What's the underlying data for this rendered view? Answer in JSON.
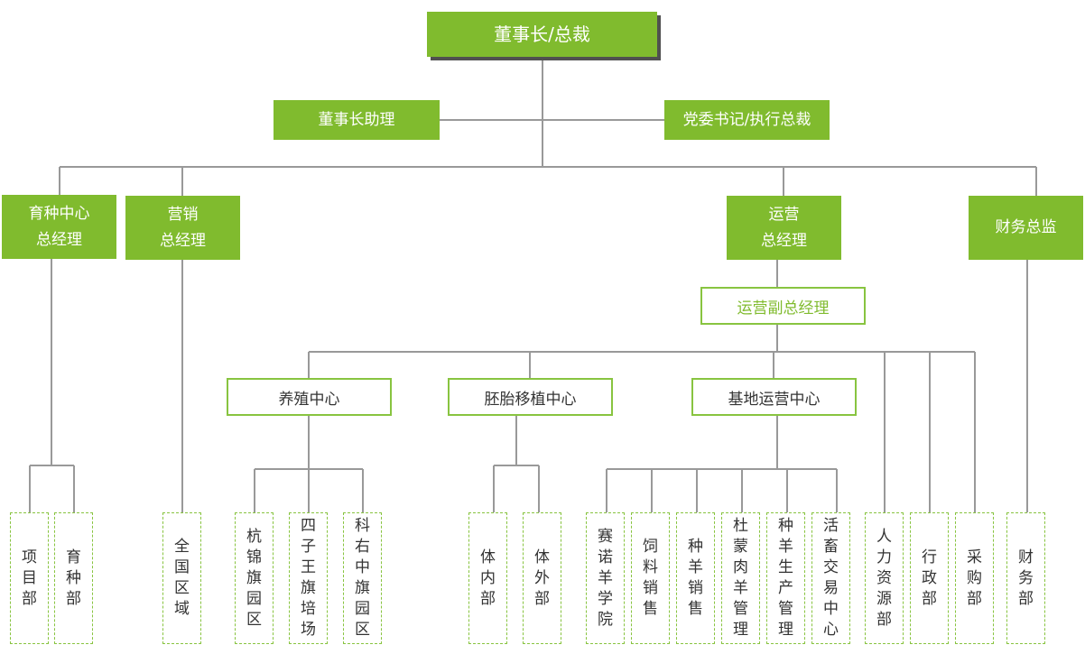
{
  "colors": {
    "fill": "#80bb2e",
    "outline": "#88c440",
    "line": "#999999",
    "text": "#333333"
  },
  "nodes": {
    "chairman": "董事长/总裁",
    "assistant": "董事长助理",
    "secretary": "党委书记/执行总裁",
    "breeding": {
      "line1": "育种中心",
      "line2": "总经理"
    },
    "marketing": {
      "line1": "营销",
      "line2": "总经理"
    },
    "operations": {
      "line1": "运营",
      "line2": "总经理"
    },
    "finance_director": "财务总监",
    "operations_deputy": "运营副总经理",
    "farming_center": "养殖中心",
    "embryo_center": "胚胎移植中心",
    "base_center": "基地运营中心",
    "project_dept": "项目部",
    "breeding_dept": "育种部",
    "national_region": "全国区域",
    "hangjin_park": "杭锦旗园区",
    "siziwang_farm": "四子王旗培场",
    "keyou_park": "科右中旗园区",
    "in_vivo_dept": "体内部",
    "in_vitro_dept": "体外部",
    "sainuo_academy": "赛诺羊学院",
    "feed_sales": "饲料销售",
    "breed_sheep_sales": "种羊销售",
    "dumeng_meat_mgmt": "杜蒙肉羊管理",
    "breed_production_mgmt": "种羊生产管理",
    "livestock_trade_center": "活畜交易中心",
    "hr_dept": "人力资源部",
    "admin_dept": "行政部",
    "purchasing_dept": "采购部",
    "finance_dept": "财务部"
  }
}
